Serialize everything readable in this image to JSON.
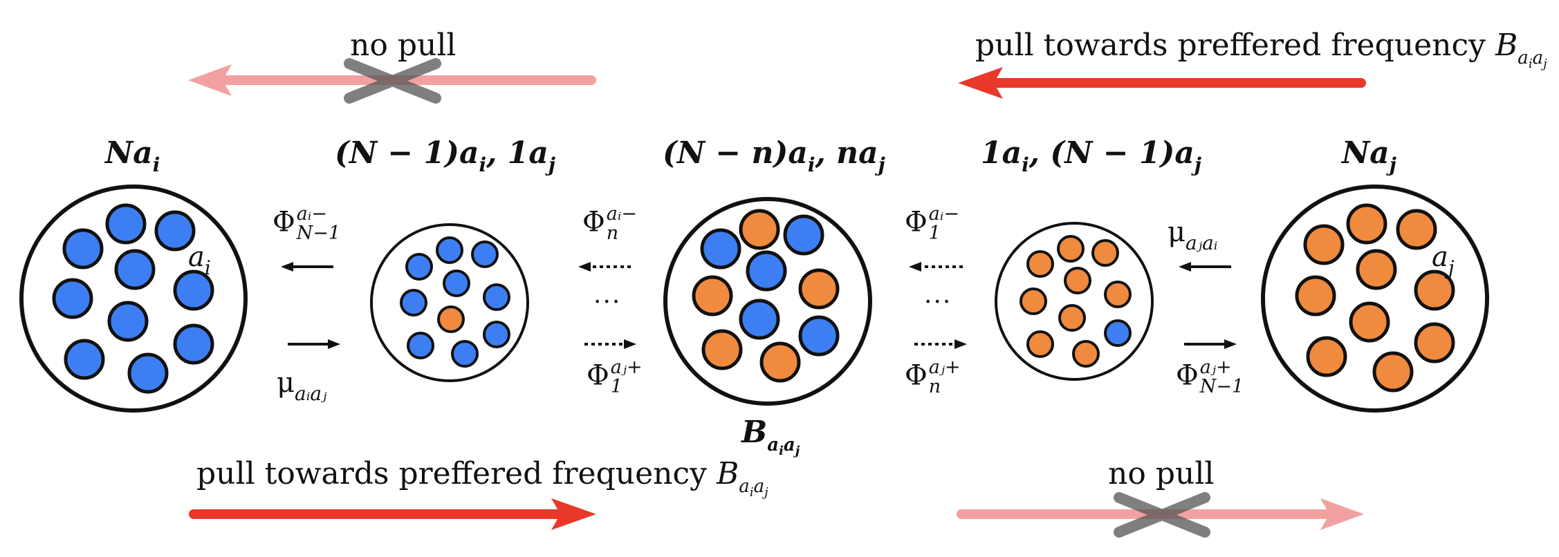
{
  "colors": {
    "blue": "#3d7ff2",
    "orange": "#ef8a3e",
    "pull_red": "#e8382a",
    "faded_red": "#f2a1a1",
    "cross_gray": "#555555"
  },
  "top": {
    "left_caption": "no pull",
    "right_caption_text": "pull towards preffered frequency ",
    "right_caption_symbol": "B",
    "right_caption_sub": "aiaj"
  },
  "bottom": {
    "left_caption_text": "pull towards preffered frequency ",
    "left_caption_symbol": "B",
    "left_caption_sub": "aiaj",
    "right_caption": "no pull"
  },
  "states": [
    {
      "label": "Na",
      "sub": "i",
      "ball_label": "a",
      "ball_label_sub": "i"
    },
    {
      "label": "(N − 1)a",
      "sub": "i",
      "label2": ", 1a",
      "sub2": "j"
    },
    {
      "label": "(N − n)a",
      "sub": "i",
      "label2": ", na",
      "sub2": "j"
    },
    {
      "label": "1a",
      "sub": "i",
      "label2": ", (N − 1)a",
      "sub2": "j"
    },
    {
      "label": "Na",
      "sub": "j",
      "ball_label": "a",
      "ball_label_sub": "j"
    }
  ],
  "center_label": {
    "symbol": "B",
    "sub": "aiaj"
  },
  "rates": {
    "r1_top": {
      "sym": "Φ",
      "sup": "ai−",
      "sub": "N−1"
    },
    "r1_bot": {
      "sym": "μ",
      "sub": "aiaj"
    },
    "r2_top": {
      "sym": "Φ",
      "sup": "ai−",
      "sub": "n"
    },
    "r2_bot": {
      "sym": "Φ",
      "sup": "aj+",
      "sub": "1"
    },
    "r3_top": {
      "sym": "Φ",
      "sup": "ai−",
      "sub": "1"
    },
    "r3_bot": {
      "sym": "Φ",
      "sup": "aj+",
      "sub": "n"
    },
    "r4_top": {
      "sym": "μ",
      "sub": "ajai"
    },
    "r4_bot": {
      "sym": "Φ",
      "sup": "aj+",
      "sub": "N−1"
    }
  },
  "ellipsis": "···"
}
